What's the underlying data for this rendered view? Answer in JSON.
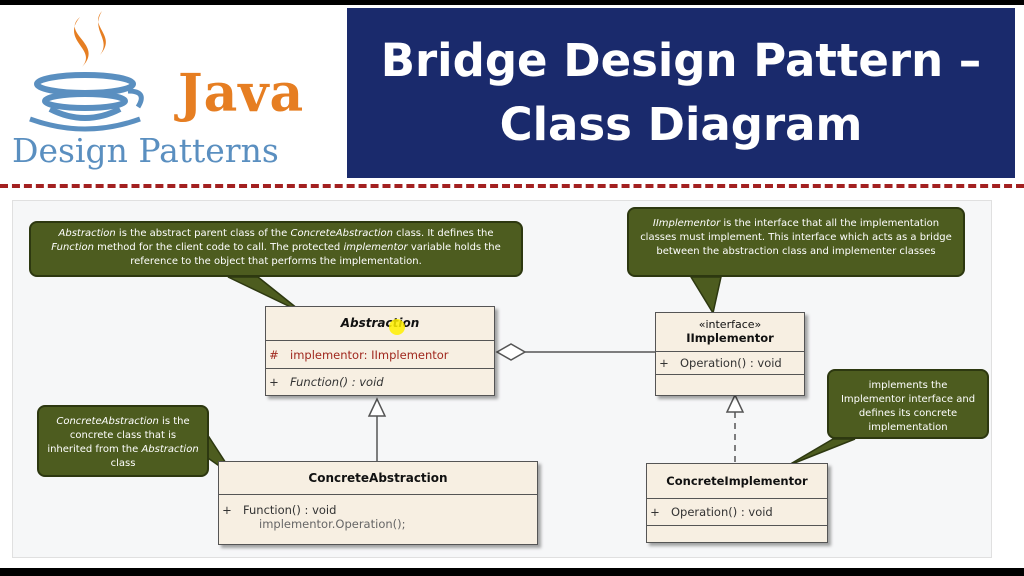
{
  "logo": {
    "brand": "Java",
    "subtitle": "Design Patterns"
  },
  "banner": {
    "line1": "Bridge Design Pattern –",
    "line2": "Class Diagram"
  },
  "classes": {
    "abstraction": {
      "name": "Abstraction",
      "field_vis": "#",
      "field": "implementor: IImplementor",
      "method_vis": "+",
      "method": "Function() : void"
    },
    "iimplementor": {
      "stereotype": "«interface»",
      "name": "IImplementor",
      "method_vis": "+",
      "method": "Operation() : void"
    },
    "concrete_abstraction": {
      "name": "ConcreteAbstraction",
      "method_vis": "+",
      "method": "Function() : void",
      "body": "implementor.Operation();"
    },
    "concrete_implementor": {
      "name": "ConcreteImplementor",
      "method_vis": "+",
      "method": "Operation() : void"
    }
  },
  "callouts": {
    "abstraction": {
      "t1": "Abstraction",
      "t2": " is the abstract parent class of the ",
      "t3": "ConcreteAbstraction",
      "t4": " class. It defines the ",
      "t5": "Function",
      "t6": " method for the client code to call. The protected ",
      "t7": "implementor",
      "t8": " variable holds the reference to the object that performs the implementation."
    },
    "iimplementor": {
      "t1": "IImplementor",
      "t2": " is the interface that all the implementation classes must implement. This interface which acts as a bridge between the abstraction class and implementer classes"
    },
    "concrete_abstraction": {
      "t1": "ConcreteAbstraction",
      "t2": " is the concrete class that is inherited from the ",
      "t3": "Abstraction",
      "t4": " class"
    },
    "concrete_implementor": {
      "text": "implements the Implementor interface and defines its concrete implementation"
    }
  },
  "colors": {
    "banner": "#1a2a6c",
    "callout": "#4d5c1f",
    "class_fill": "#f7efe2",
    "divider": "#a32020",
    "java_orange": "#e67e22",
    "logo_blue": "#5a8fc0"
  }
}
